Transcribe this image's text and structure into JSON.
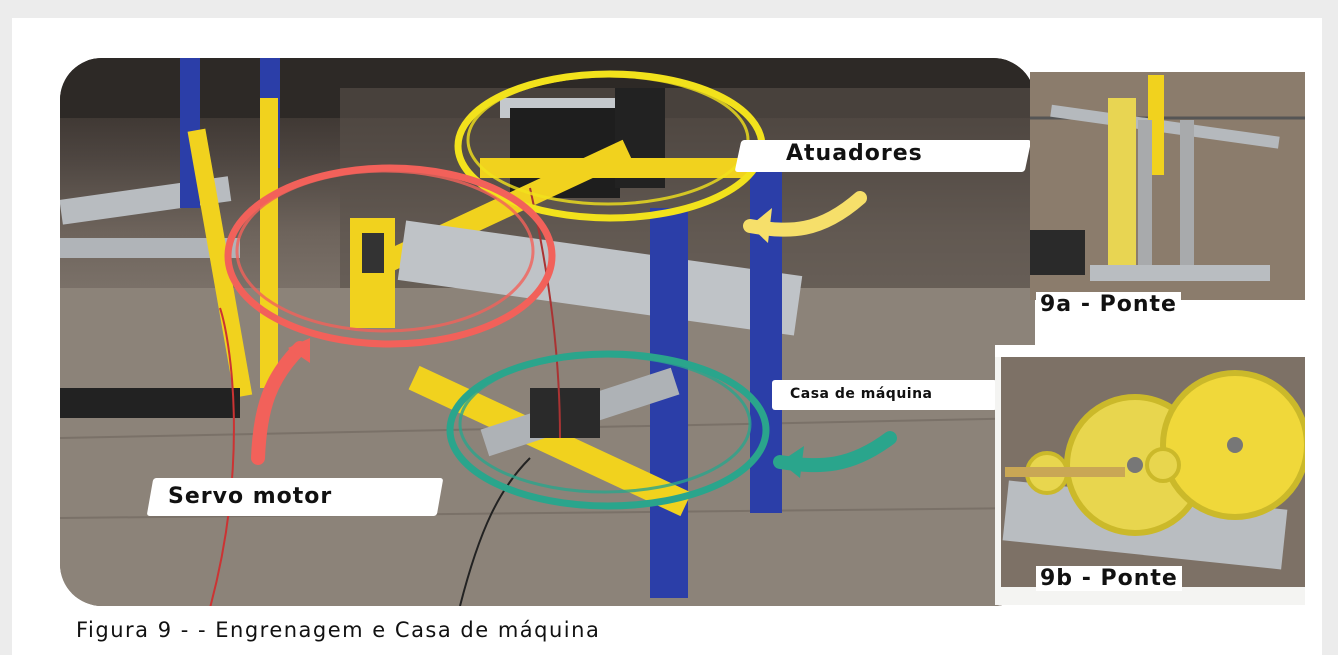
{
  "annotations": {
    "actuators": "Atuadores",
    "servo": "Servo motor",
    "machine_house": "Casa de máquina"
  },
  "thumbnails": {
    "a_label": "9a - Ponte",
    "b_label": "9b - Ponte"
  },
  "caption": "Figura 9 -  - Engrenagem e Casa de máquina",
  "colors": {
    "yellow_circle": "#f2e21c",
    "red_circle": "#f2615a",
    "teal_circle": "#2aa58c",
    "yellow_part": "#f1d21e",
    "blue_part": "#2b3ea8"
  }
}
